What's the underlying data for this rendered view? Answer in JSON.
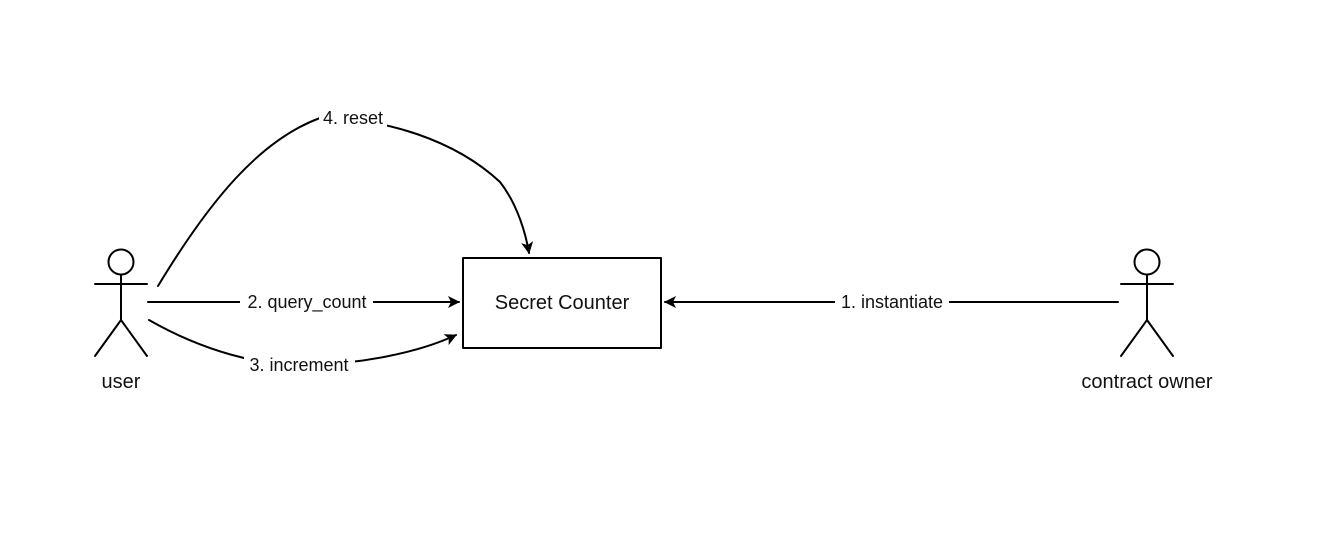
{
  "diagram": {
    "nodes": {
      "secret_counter": {
        "label": "Secret Counter"
      }
    },
    "actors": {
      "user": {
        "label": "user"
      },
      "contract_owner": {
        "label": "contract owner"
      }
    },
    "edges": {
      "instantiate": {
        "label": "1. instantiate",
        "from": "contract owner",
        "to": "Secret Counter"
      },
      "query_count": {
        "label": "2. query_count",
        "from": "user",
        "to": "Secret Counter"
      },
      "increment": {
        "label": "3. increment",
        "from": "user",
        "to": "Secret Counter"
      },
      "reset": {
        "label": "4. reset",
        "from": "user",
        "to": "Secret Counter"
      }
    }
  }
}
